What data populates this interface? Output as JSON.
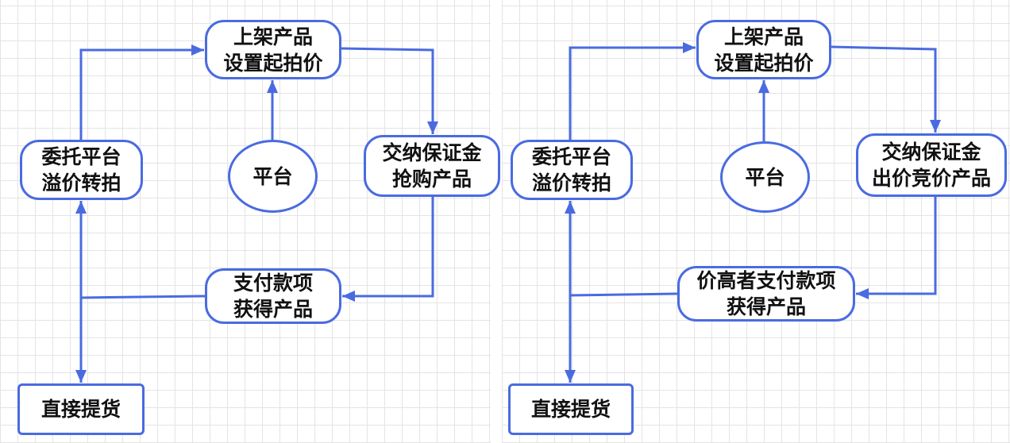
{
  "colors": {
    "stroke": "#4a6be0",
    "text": "#111111",
    "grid": "#e4e4e4"
  },
  "diagrams": [
    {
      "nodes": {
        "listing": {
          "line1": "上架产品",
          "line2": "设置起拍价"
        },
        "consign": {
          "line1": "委托平台",
          "line2": "溢价转拍"
        },
        "platform": {
          "line1": "平台"
        },
        "deposit": {
          "line1": "交纳保证金",
          "line2": "抢购产品"
        },
        "payment": {
          "line1": "支付款项",
          "line2": "获得产品"
        },
        "pickup": {
          "line1": "直接提货"
        }
      }
    },
    {
      "nodes": {
        "listing": {
          "line1": "上架产品",
          "line2": "设置起拍价"
        },
        "consign": {
          "line1": "委托平台",
          "line2": "溢价转拍"
        },
        "platform": {
          "line1": "平台"
        },
        "deposit": {
          "line1": "交纳保证金",
          "line2": "出价竞价产品"
        },
        "payment": {
          "line1": "价高者支付款项",
          "line2": "获得产品"
        },
        "pickup": {
          "line1": "直接提货"
        }
      }
    }
  ]
}
